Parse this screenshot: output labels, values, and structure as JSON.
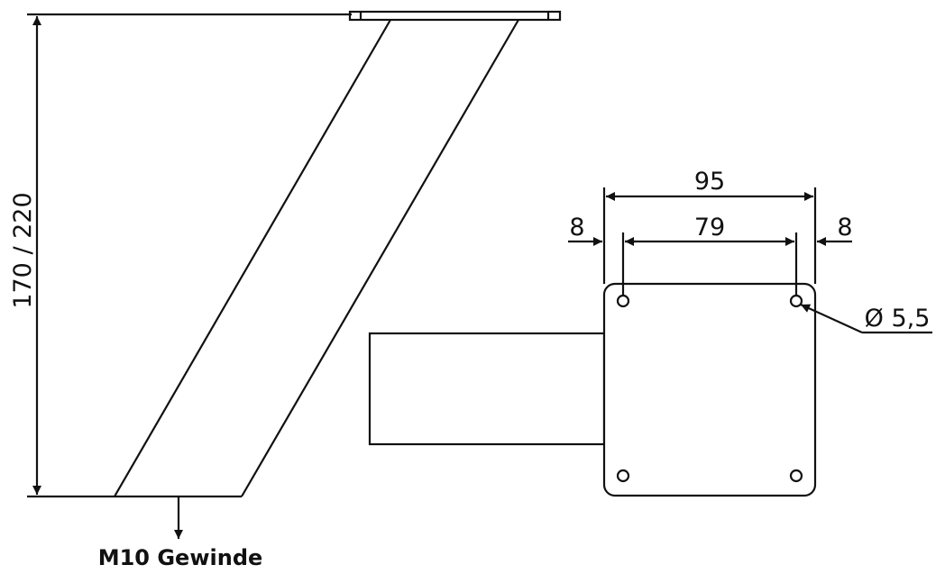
{
  "drawing": {
    "height_dimension": "170 / 220",
    "thread_label": "M10 Gewinde",
    "plate_width": "95",
    "hole_spacing": "79",
    "edge_offset_left": "8",
    "edge_offset_right": "8",
    "hole_diameter": "Ø 5,5"
  },
  "colors": {
    "line": "#111111",
    "background": "#ffffff"
  }
}
